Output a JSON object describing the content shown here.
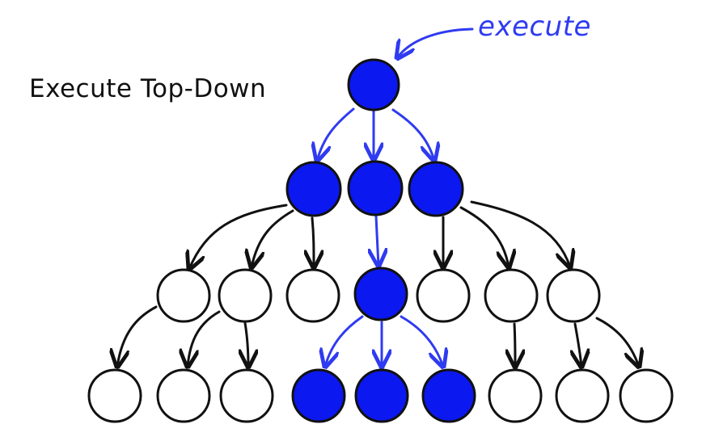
{
  "diagram": {
    "title": "Execute Top-Down",
    "annotation": "execute",
    "colors": {
      "active_fill": "#0b18f0",
      "inactive_fill": "#ffffff",
      "outline": "#111111",
      "active_edge": "#2f3bf0",
      "inactive_edge": "#111111"
    },
    "nodes": [
      {
        "id": "root",
        "level": 0,
        "active": true
      },
      {
        "id": "l1-left",
        "level": 1,
        "active": true
      },
      {
        "id": "l1-middle",
        "level": 1,
        "active": true
      },
      {
        "id": "l1-right",
        "level": 1,
        "active": true
      },
      {
        "id": "l2-1",
        "level": 2,
        "active": false
      },
      {
        "id": "l2-2",
        "level": 2,
        "active": false
      },
      {
        "id": "l2-3",
        "level": 2,
        "active": false
      },
      {
        "id": "l2-4",
        "level": 2,
        "active": true
      },
      {
        "id": "l2-5",
        "level": 2,
        "active": false
      },
      {
        "id": "l2-6",
        "level": 2,
        "active": false
      },
      {
        "id": "l2-7",
        "level": 2,
        "active": false
      },
      {
        "id": "l3-1",
        "level": 3,
        "active": false
      },
      {
        "id": "l3-2",
        "level": 3,
        "active": false
      },
      {
        "id": "l3-3",
        "level": 3,
        "active": false
      },
      {
        "id": "l3-4",
        "level": 3,
        "active": true
      },
      {
        "id": "l3-5",
        "level": 3,
        "active": true
      },
      {
        "id": "l3-6",
        "level": 3,
        "active": true
      },
      {
        "id": "l3-7",
        "level": 3,
        "active": false
      },
      {
        "id": "l3-8",
        "level": 3,
        "active": false
      },
      {
        "id": "l3-9",
        "level": 3,
        "active": false
      }
    ],
    "edges": [
      {
        "from": "root",
        "to": "l1-left",
        "active": true
      },
      {
        "from": "root",
        "to": "l1-middle",
        "active": true
      },
      {
        "from": "root",
        "to": "l1-right",
        "active": true
      },
      {
        "from": "l1-left",
        "to": "l2-1",
        "active": false
      },
      {
        "from": "l1-left",
        "to": "l2-2",
        "active": false
      },
      {
        "from": "l1-left",
        "to": "l2-3",
        "active": false
      },
      {
        "from": "l1-middle",
        "to": "l2-4",
        "active": true
      },
      {
        "from": "l1-right",
        "to": "l2-5",
        "active": false
      },
      {
        "from": "l1-right",
        "to": "l2-6",
        "active": false
      },
      {
        "from": "l1-right",
        "to": "l2-7",
        "active": false
      },
      {
        "from": "l2-1",
        "to": "l3-1",
        "active": false
      },
      {
        "from": "l2-2",
        "to": "l3-2",
        "active": false
      },
      {
        "from": "l2-2",
        "to": "l3-3",
        "active": false
      },
      {
        "from": "l2-4",
        "to": "l3-4",
        "active": true
      },
      {
        "from": "l2-4",
        "to": "l3-5",
        "active": true
      },
      {
        "from": "l2-4",
        "to": "l3-6",
        "active": true
      },
      {
        "from": "l2-6",
        "to": "l3-7",
        "active": false
      },
      {
        "from": "l2-7",
        "to": "l3-8",
        "active": false
      },
      {
        "from": "l2-7",
        "to": "l3-9",
        "active": false
      }
    ]
  }
}
